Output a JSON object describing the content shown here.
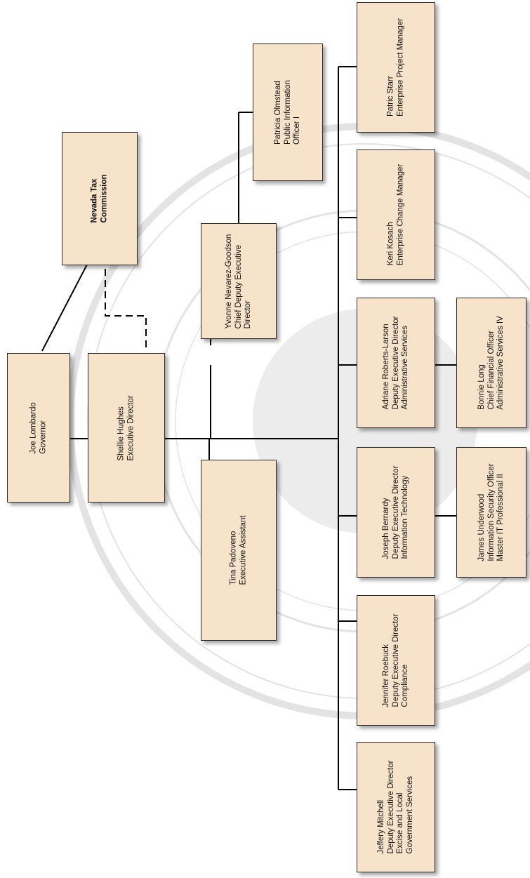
{
  "colors": {
    "box_fill": "#f6e3c9",
    "box_border": "#2a2a2a",
    "line": "#000000",
    "seal": "#e3e3e3"
  },
  "nodes": {
    "governor": {
      "name": "Joe Lombardo",
      "title": "Governor"
    },
    "commission": {
      "name": "Nevada Tax",
      "title": "Commission"
    },
    "executive": {
      "name": "Shellie Hughes",
      "title": "Executive Director"
    },
    "assistant": {
      "name": "Tina Padoveno",
      "title": "Executive Assistant"
    },
    "chief_deputy": {
      "name": "Yvonne Nevarez-Goodson",
      "title": "Chief Deputy Executive",
      "title2": "Director"
    },
    "pio": {
      "name": "Patricia Olmstead",
      "title": "Public Information",
      "title2": "Officer I"
    },
    "excise": {
      "name": "Jeffery Mitchell",
      "title": "Deputy Executive Director",
      "title2": "Excise and Local",
      "title3": "Government Services"
    },
    "compliance": {
      "name": "Jennifer Roebuck",
      "title": "Deputy Executive Director",
      "title2": "Compliance"
    },
    "it": {
      "name": "Joseph Bernardy",
      "title": "Deputy Executive Director",
      "title2": "Information Technology"
    },
    "admin": {
      "name": "Adriane Roberts-Larson",
      "title": "Deputy Executive Director",
      "title2": "Administrative Services"
    },
    "change": {
      "name": "Keri Kosach",
      "title": "Enterprise Change Manager"
    },
    "project": {
      "name": "Patric Starr",
      "title": "Enterprise Project Manager"
    },
    "security": {
      "name": "James Underwood",
      "title": "Information Security Officer",
      "title2": "Master IT Professional II"
    },
    "cfo": {
      "name": "Bonnie Long",
      "title": "Chief Financial Officer",
      "title2": "Administrative Services IV"
    }
  }
}
